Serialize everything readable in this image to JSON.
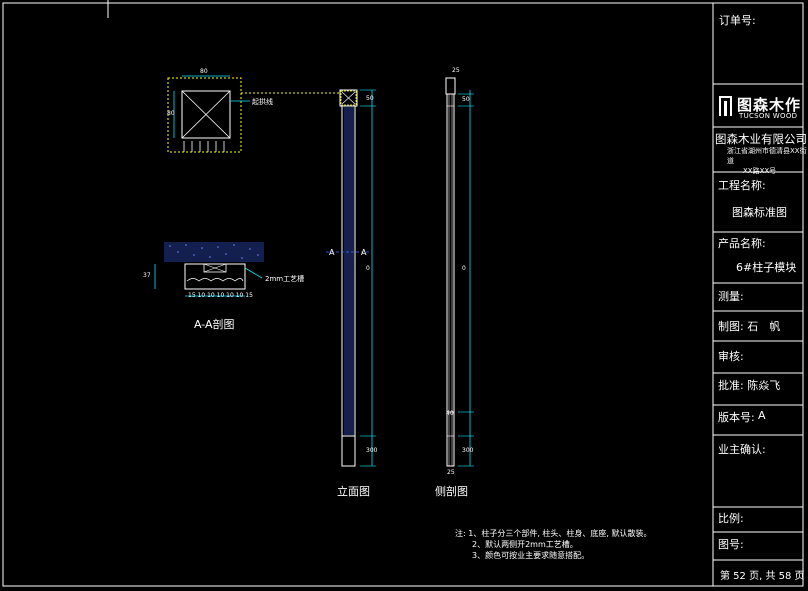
{
  "title_block": {
    "order_no_label": "订单号:",
    "logo": {
      "cn": "图森木作",
      "en": "TUCSON WOOD"
    },
    "company": "图森木业有限公司",
    "address_line1": "浙江省湖州市德清县XX街",
    "address_line2": "道",
    "address_line3": "XX路XX号",
    "project_label": "工程名称:",
    "project_value": "图森标准图",
    "product_label": "产品名称:",
    "product_value": "6#柱子模块",
    "survey_label": "测量:",
    "drawn_label": "制图: 石　帆",
    "review_label": "审核:",
    "approve_label": "批准: 陈焱飞",
    "version_label": "版本号:",
    "version_value": "A",
    "owner_label": "业主确认:",
    "scale_label": "比例:",
    "drawing_no_label": "图号:",
    "page_info": "第 52 页, 共 58 页"
  },
  "drawing": {
    "plan_width_dim": "80",
    "plan_depth_dim": "80",
    "plan_leader": "起拱线",
    "section_title": "A-A剖图",
    "section_leader": "2mm工艺槽",
    "section_height_dim": "37",
    "section_bottom_dims": "15 10 10 10 10 10 15",
    "section_marker_left": "A",
    "section_marker_right": "A",
    "front_view_title": "立面图",
    "side_view_title": "侧剖图",
    "front_top_dim": "50",
    "front_bottom_dim": "300",
    "front_total_dim": "0",
    "side_top_dim": "25",
    "side_top_dim2": "50",
    "side_mid_dim": "0",
    "side_lower_dim": "40",
    "side_bottom_dim": "300",
    "side_bottom_dim2": "25"
  },
  "notes": {
    "line1": "注: 1、柱子分三个部件, 柱头、柱身、底座, 默认散装。",
    "line2": "2、默认两侧开2mm工艺槽。",
    "line3": "3、颜色可按业主要求随意搭配。"
  },
  "colors": {
    "background": "#000000",
    "lines": "#ffffff",
    "dimension": "#00e5ff",
    "hatch": "#4a6cff",
    "highlight": "#ffff00"
  }
}
